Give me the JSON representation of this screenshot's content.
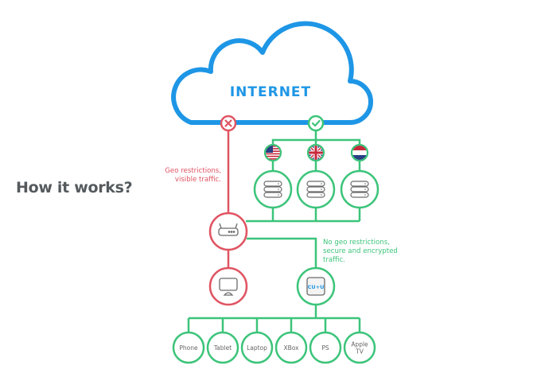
{
  "heading": "How it works?",
  "cloud": {
    "label": "INTERNET",
    "color": "#1e96e6"
  },
  "colors": {
    "blocked": "#e05462",
    "allowed": "#3cc47a",
    "icon_stroke": "#6b6b6b",
    "heading": "#555a5e"
  },
  "gateways": [
    {
      "status": "blocked",
      "icon": "x-icon"
    },
    {
      "status": "allowed",
      "icon": "check-icon"
    }
  ],
  "servers": [
    {
      "country": "United States",
      "flag": "us-flag-icon",
      "icon": "server-stack-icon"
    },
    {
      "country": "United Kingdom",
      "flag": "uk-flag-icon",
      "icon": "server-stack-icon"
    },
    {
      "country": "Netherlands",
      "flag": "nl-flag-icon",
      "icon": "server-stack-icon"
    }
  ],
  "notes": {
    "blocked": [
      "Geo restrictions,",
      "visible traffic."
    ],
    "allowed": [
      "No geo restrictions,",
      "secure and encrypted",
      "traffic."
    ]
  },
  "nodes": {
    "router": {
      "icon": "router-icon"
    },
    "monitor": {
      "icon": "monitor-icon"
    },
    "vpn": {
      "icon": "vpn-app-icon",
      "label": "CU+U"
    }
  },
  "devices": [
    {
      "label": [
        "Phone"
      ]
    },
    {
      "label": [
        "Tablet"
      ]
    },
    {
      "label": [
        "Laptop"
      ]
    },
    {
      "label": [
        "XBox"
      ]
    },
    {
      "label": [
        "PS"
      ]
    },
    {
      "label": [
        "Apple",
        "TV"
      ]
    }
  ]
}
